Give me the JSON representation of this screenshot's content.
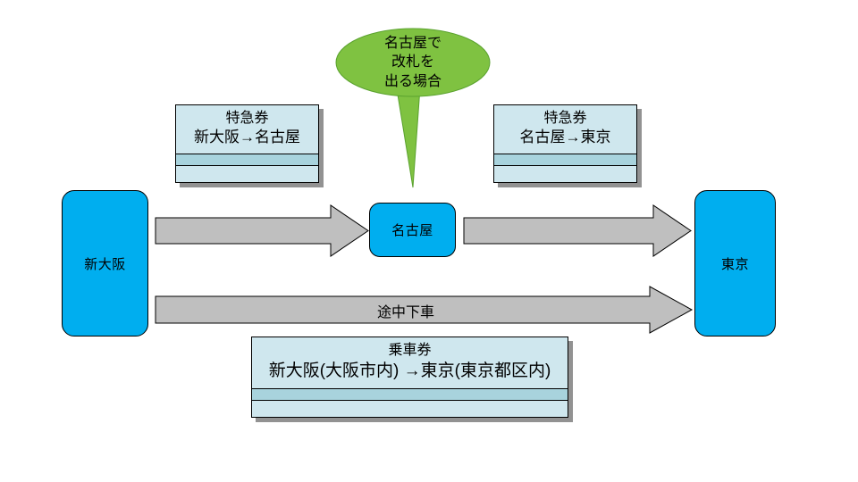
{
  "diagram": {
    "title_visible": false,
    "background_color": "#FFFFFF",
    "palette": {
      "station_fill": "#00AEEF",
      "ticket_fill": "#CFE7EE",
      "ticket_band_fill": "#A8D3DD",
      "arrow_fill": "#BFBFBF",
      "callout_fill": "#7FC241",
      "outline": "#000000",
      "shadow": "#8C8C8C"
    }
  },
  "stations": [
    {
      "id": "shin-osaka",
      "label": "新大阪"
    },
    {
      "id": "nagoya",
      "label": "名古屋"
    },
    {
      "id": "tokyo",
      "label": "東京"
    }
  ],
  "tickets": [
    {
      "id": "express-shin-osaka-nagoya",
      "title": "特急券",
      "route": "新大阪→名古屋"
    },
    {
      "id": "express-nagoya-tokyo",
      "title": "特急券",
      "route": "名古屋→東京"
    },
    {
      "id": "fare-ticket",
      "title": "乗車券",
      "route": "新大阪(大阪市内) →東京(東京都区内)"
    }
  ],
  "arrows": [
    {
      "id": "arrow-shin-osaka-to-nagoya",
      "label": ""
    },
    {
      "id": "arrow-nagoya-to-tokyo",
      "label": ""
    },
    {
      "id": "arrow-through",
      "label": "途中下車"
    }
  ],
  "callout": {
    "id": "nagoya-exit-gate-note",
    "lines": [
      "名古屋で",
      "改札を",
      "出る場合"
    ],
    "line1": "名古屋で",
    "line2": "改札を",
    "line3": "出る場合"
  }
}
